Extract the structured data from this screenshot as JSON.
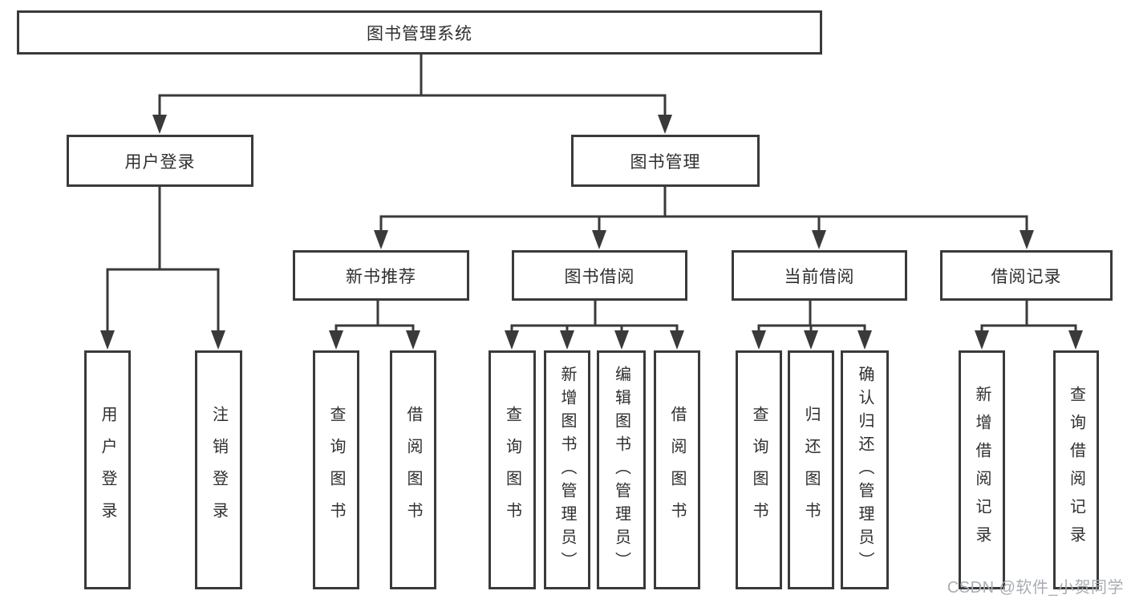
{
  "colors": {
    "line": "#3a3a3a",
    "text": "#2f2f2f",
    "watermark": "#a9adb3",
    "background": "#ffffff"
  },
  "tree": {
    "root": "图书管理系统",
    "user_login": {
      "label": "用户登录",
      "children": [
        "用户登录",
        "注销登录"
      ]
    },
    "book_mgmt": {
      "label": "图书管理",
      "groups": [
        {
          "label": "新书推荐",
          "children": [
            "查询图书",
            "借阅图书"
          ]
        },
        {
          "label": "图书借阅",
          "children": [
            "查询图书",
            "新增图书（管理员）",
            "编辑图书（管理员）",
            "借阅图书"
          ]
        },
        {
          "label": "当前借阅",
          "children": [
            "查询图书",
            "归还图书",
            "确认归还（管理员）"
          ]
        },
        {
          "label": "借阅记录",
          "children": [
            "新增借阅记录",
            "查询借阅记录"
          ]
        }
      ]
    }
  },
  "watermark": {
    "text": "CSDN @软件_小贺同学"
  }
}
